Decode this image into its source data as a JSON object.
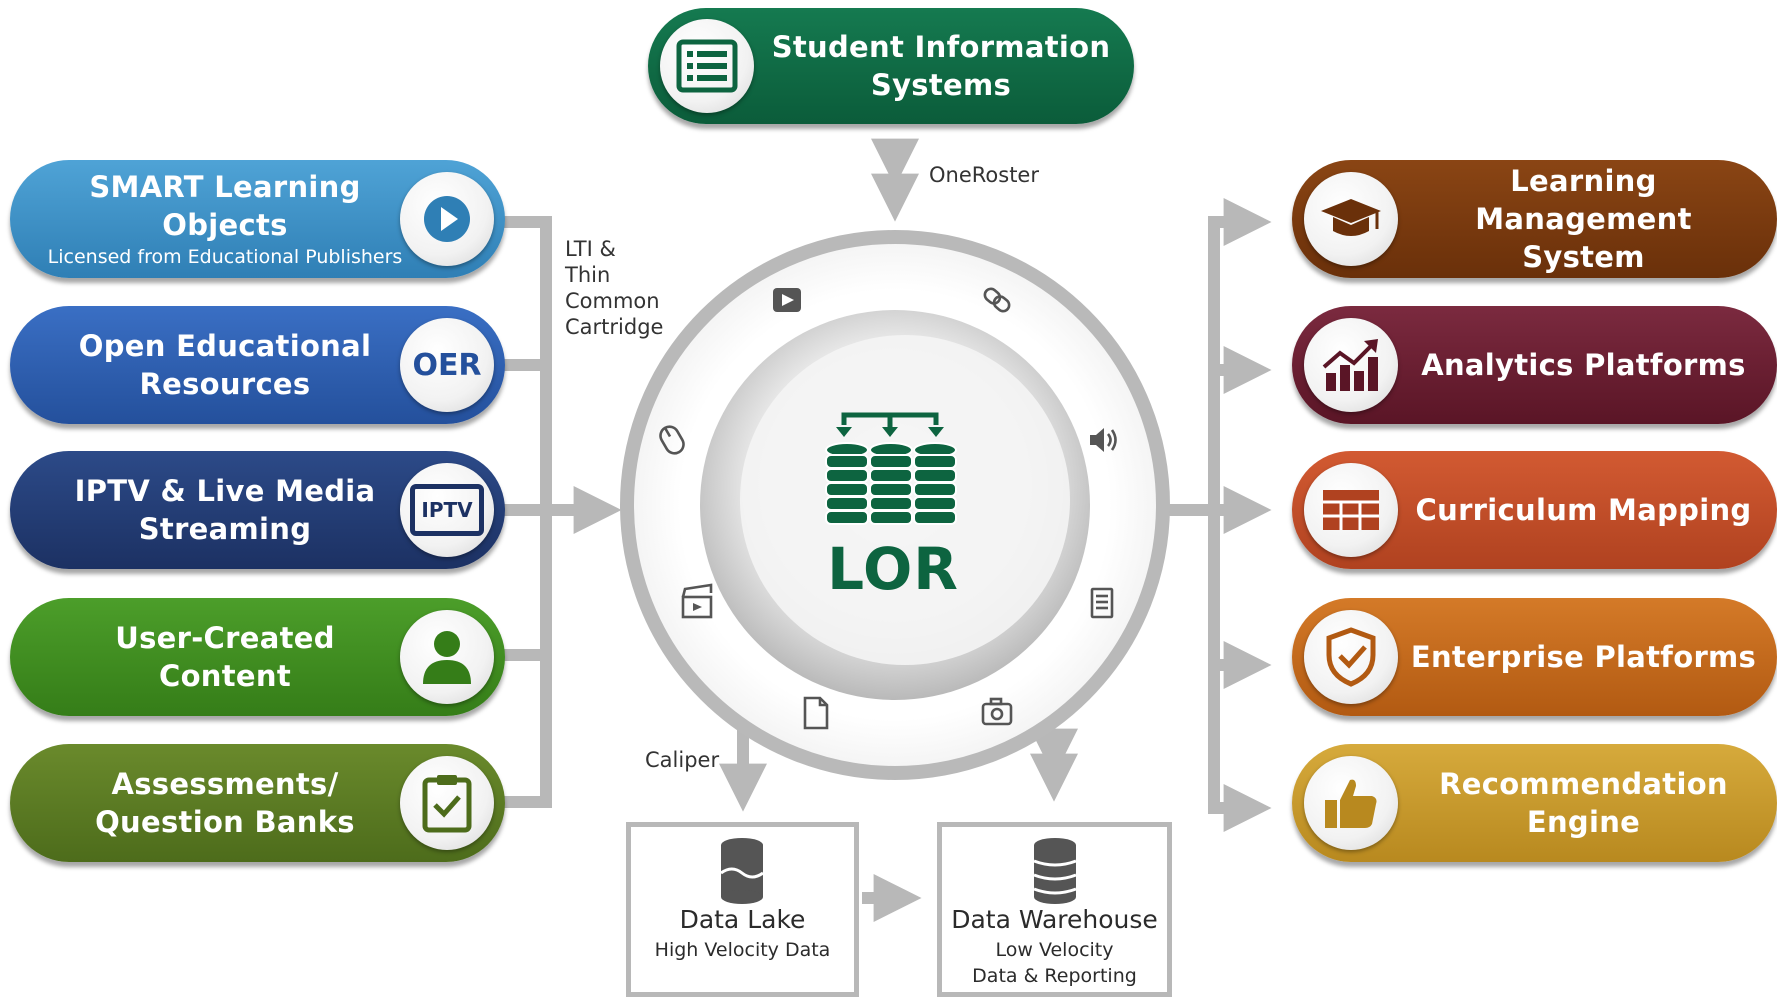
{
  "center": {
    "label": "LOR"
  },
  "top": {
    "title": "Student Information Systems",
    "title_line1": "Student Information",
    "title_line2": "Systems"
  },
  "connector_labels": {
    "oneroster": "OneRoster",
    "lti_line1": "LTI &",
    "lti_line2": "Thin",
    "lti_line3": "Common",
    "lti_line4": "Cartridge",
    "caliper": "Caliper"
  },
  "sources": [
    {
      "line1": "SMART Learning Objects",
      "sub": "Licensed from Educational Publishers",
      "icon": "play-icon",
      "color": "#3f93c9"
    },
    {
      "line1": "Open Educational",
      "line2": "Resources",
      "badge": "OER",
      "icon": "oer-icon",
      "color": "#2f5fb0"
    },
    {
      "line1": "IPTV & Live Media",
      "line2": "Streaming",
      "badge": "IPTV",
      "icon": "tv-icon",
      "color": "#263f7a"
    },
    {
      "line1": "User-Created",
      "line2": "Content",
      "icon": "person-icon",
      "color": "#3f8f22"
    },
    {
      "line1": "Assessments/",
      "line2": "Question Banks",
      "icon": "clipboard-check-icon",
      "color": "#5a7a24"
    }
  ],
  "targets": [
    {
      "line1": "Learning Management",
      "line2": "System",
      "icon": "graduation-cap-icon",
      "color": "#7a3a10"
    },
    {
      "line1": "Analytics Platforms",
      "icon": "growth-chart-icon",
      "color": "#6e1f33"
    },
    {
      "line1": "Curriculum Mapping",
      "icon": "grid-icon",
      "color": "#c24d2a"
    },
    {
      "line1": "Enterprise Platforms",
      "icon": "shield-check-icon",
      "color": "#c46a1c"
    },
    {
      "line1": "Recommendation",
      "line2": "Engine",
      "icon": "thumbs-up-icon",
      "color": "#c79a2e"
    }
  ],
  "storage": {
    "lake": {
      "title": "Data Lake",
      "sub": "High Velocity Data",
      "icon": "database-icon"
    },
    "warehouse": {
      "title": "Data Warehouse",
      "sub1": "Low Velocity",
      "sub2": "Data & Reporting",
      "icon": "database-icon"
    }
  },
  "ring_icons": [
    "play-icon",
    "link-icon",
    "speaker-icon",
    "document-icon",
    "camera-icon",
    "file-icon",
    "clapper-icon",
    "mouse-icon"
  ],
  "colors": {
    "lor_green": "#0d6440",
    "sis_green": "#0e6b45",
    "connector_gray": "#b8b8b8"
  }
}
